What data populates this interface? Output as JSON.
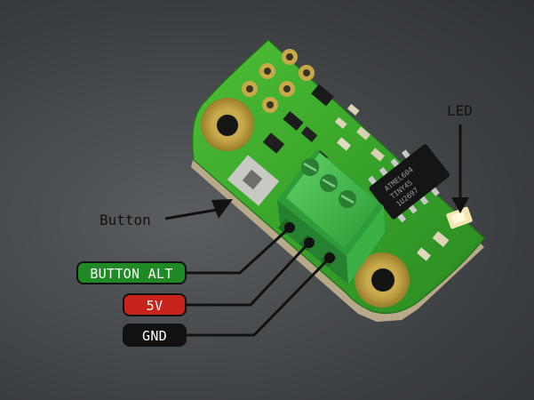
{
  "labels": {
    "led": "LED",
    "button": "Button"
  },
  "pins": [
    {
      "label": "BUTTON ALT",
      "color": "#1f8a24"
    },
    {
      "label": "5V",
      "color": "#c8241c"
    },
    {
      "label": "GND",
      "color": "#111111"
    }
  ],
  "chip": {
    "line1": "ATMEL604",
    "line2": "TINY45",
    "line3": "1U2697"
  },
  "colors": {
    "pcb": "#3aa42a",
    "terminal_block": "#3fb34a",
    "gold_pad": "#b99a3c"
  }
}
